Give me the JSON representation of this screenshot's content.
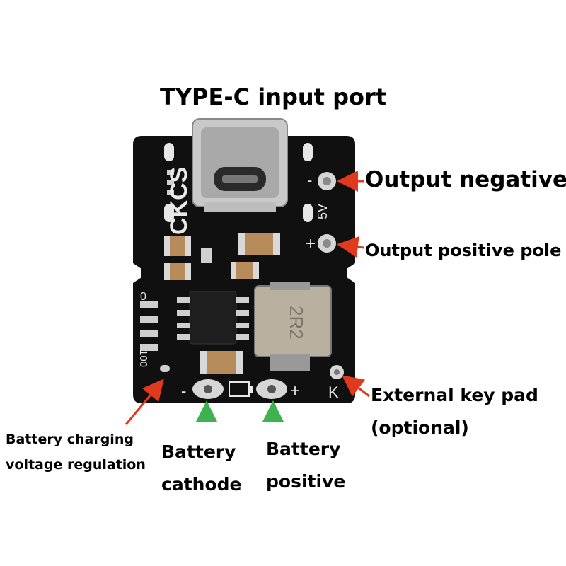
{
  "title": "TYPE-C input port",
  "callouts": {
    "output_negative": "Output negative",
    "output_positive": "Output positive pole",
    "external_key_line1": "External key pad",
    "external_key_line2": "(optional)",
    "battery_regulation_line1": "Battery charging",
    "battery_regulation_line2": "voltage regulation",
    "battery_cathode_line1": "Battery",
    "battery_cathode_line2": "cathode",
    "battery_positive_line1": "Battery",
    "battery_positive_line2": "positive"
  },
  "board_marks": {
    "brand": "CKCS",
    "voltage": "5V",
    "minus": "-",
    "plus": "+",
    "key": "K",
    "res_top": "0",
    "res_bottom": "100",
    "inductor_code": "2R2"
  },
  "colors": {
    "board": "#101010",
    "arrow_red": "#e0391e",
    "arrow_green": "#3fb24f",
    "silkscreen": "#e8e8e8"
  }
}
